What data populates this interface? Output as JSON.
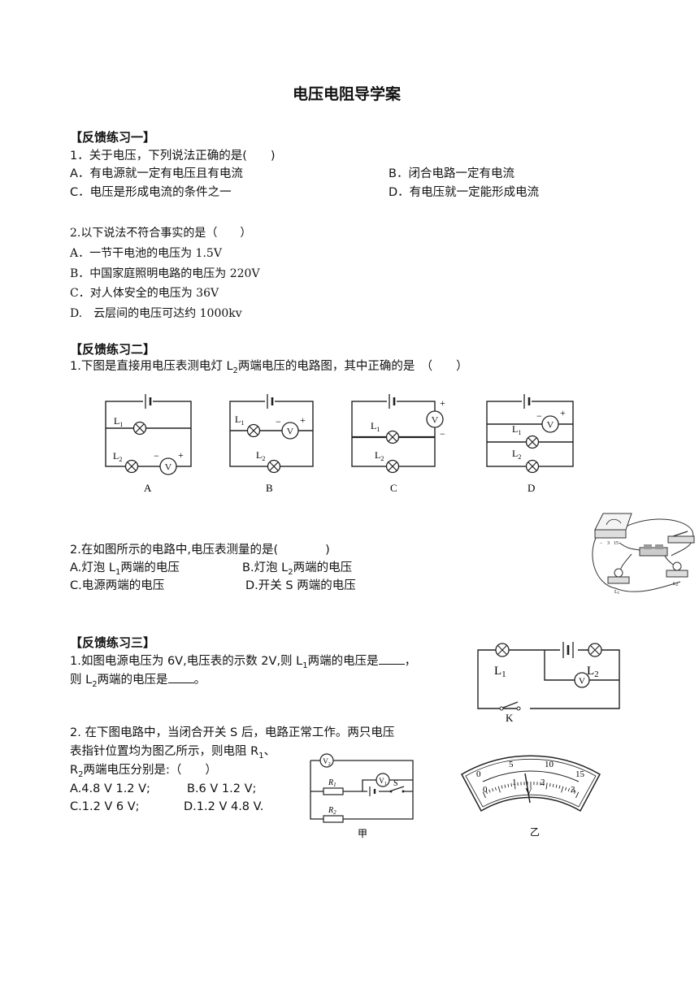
{
  "title": "电压电阻导学案",
  "section1": {
    "heading": "【反馈练习一】",
    "q1": {
      "stem": "1．关于电压，下列说法正确的是(　　)",
      "A": "A．有电源就一定有电压且有电流",
      "B": "B．闭合电路一定有电流",
      "C": "C．电压是形成电流的条件之一",
      "D": "D．有电压就一定能形成电流"
    },
    "q2": {
      "stem": "2.以下说法不符合事实的是（　　）",
      "A": "A．一节干电池的电压为 1.5V",
      "B": "B．中国家庭照明电路的电压为 220V",
      "C": "C．对人体安全的电压为 36V",
      "D": "D.　云层间的电压可达约 1000kv"
    }
  },
  "section2": {
    "heading": "【反馈练习二】",
    "q1": {
      "stem_pre": "1.下图是直接用电压表测电灯 L",
      "stem_sub": "2",
      "stem_post": "两端电压的电路图，其中正确的是　（　　）",
      "labels": [
        "A",
        "B",
        "C",
        "D"
      ]
    },
    "q2": {
      "stem": "2.在如图所示的电路中,电压表测量的是(　　　　)",
      "A_pre": "A.灯泡 L",
      "A_sub": "1",
      "A_post": "两端的电压",
      "B_pre": "B.灯泡 L",
      "B_sub": "2",
      "B_post": "两端的电压",
      "C": "C.电源两端的电压",
      "D": "D.开关 S 两端的电压"
    }
  },
  "section3": {
    "heading": "【反馈练习三】",
    "q1": {
      "line1_pre": "1.如图电源电压为 6V,电压表的示数 2V,则 L",
      "line1_sub": "1",
      "line1_post": "两端的电压是",
      "line1_end": "，",
      "line2_pre": "则 L",
      "line2_sub": "2",
      "line2_post": "两端的电压是",
      "line2_end": "。"
    },
    "q2": {
      "line1": "2.  在下图电路中，当闭合开关 S 后，电路正常工作。两只电压",
      "line2": "表指针位置均为图乙所示，则电阻 R",
      "line2_sub": "1",
      "line2_end": "、",
      "line3_pre": "R",
      "line3_sub": "2",
      "line3_post": "两端电压分别是:（　　）",
      "A": "A.4.8 V   1.2 V;",
      "B": "B.6 V   1.2 V;",
      "C": "C.1.2 V   6 V;",
      "D": "D.1.2 V   4.8 V.",
      "fig_jia": "甲",
      "fig_yi": "乙"
    }
  },
  "meter": {
    "top_ticks": [
      "0",
      "5",
      "10",
      "15"
    ],
    "bottom_ticks": [
      "0",
      "1",
      "2",
      "3"
    ],
    "unit": "V"
  }
}
